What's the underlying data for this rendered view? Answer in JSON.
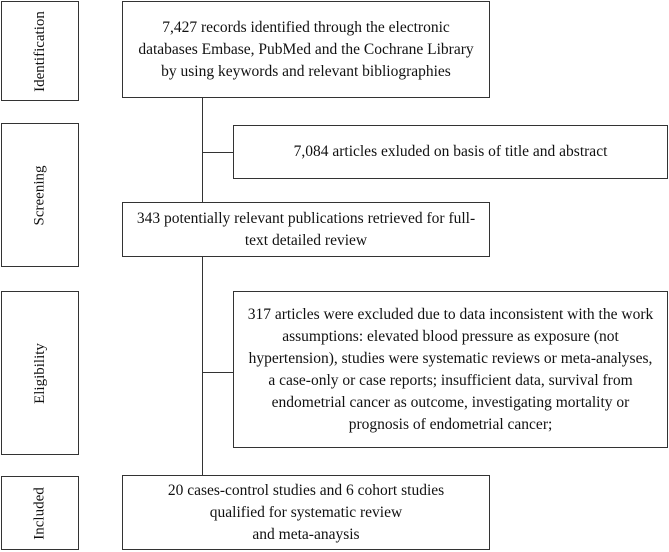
{
  "stages": {
    "identification": "Identification",
    "screening": "Screening",
    "eligibility": "Eligibility",
    "included": "Included"
  },
  "boxes": {
    "identified": {
      "lines": [
        "7,427 records identified through the electronic",
        "databases Embase, PubMed and the Cochrane Library",
        "by using keywords and relevant bibliographies"
      ]
    },
    "excluded_title": {
      "lines": [
        "7,084 articles exluded on basis of title and abstract"
      ]
    },
    "retrieved": {
      "lines": [
        "343 potentially relevant publications retrieved for full-",
        "text detailed review"
      ]
    },
    "excluded_full": {
      "lines": [
        "317 articles were excluded due to data inconsistent with the work",
        "assumptions: elevated blood pressure as exposure (not",
        "hypertension), studies were systematic reviews or meta-analyses,",
        "a case-only or case reports; insufficient data, survival from",
        "endometrial cancer as outcome, investigating mortality or",
        "prognosis of endometrial  cancer;"
      ]
    },
    "included": {
      "lines": [
        "20 cases-control studies and 6 cohort studies",
        "qualified for systematic review",
        "and meta-anaysis"
      ]
    }
  }
}
